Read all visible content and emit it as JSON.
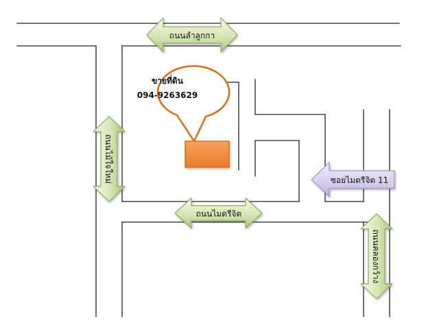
{
  "roads": {
    "lam_luk_ka": "ถนนลำลูกกา",
    "mai_jai_mai": "ถนนไม้ใจใหม่",
    "maitri_jit": "ถนนไมตรีจิต",
    "soi_maitri_jit_11": "ซอยไมตรีจิต 11",
    "khlong_kwang": "ถนนคลองกว้าง"
  },
  "callout": {
    "title": "ขายที่ดิน",
    "phone": "094-9263629"
  },
  "colors": {
    "arrow_green_light": "#f3f8e4",
    "arrow_green_dark": "#a9c47a",
    "arrow_green_stroke": "#8aa865",
    "arrow_purple_light": "#f4f0fb",
    "arrow_purple_dark": "#b9acd8",
    "arrow_purple_stroke": "#9c8ec8",
    "bubble_stroke": "#e36c0a",
    "plot_fill": "#f28b3a",
    "plot_stroke": "#d9701f"
  }
}
